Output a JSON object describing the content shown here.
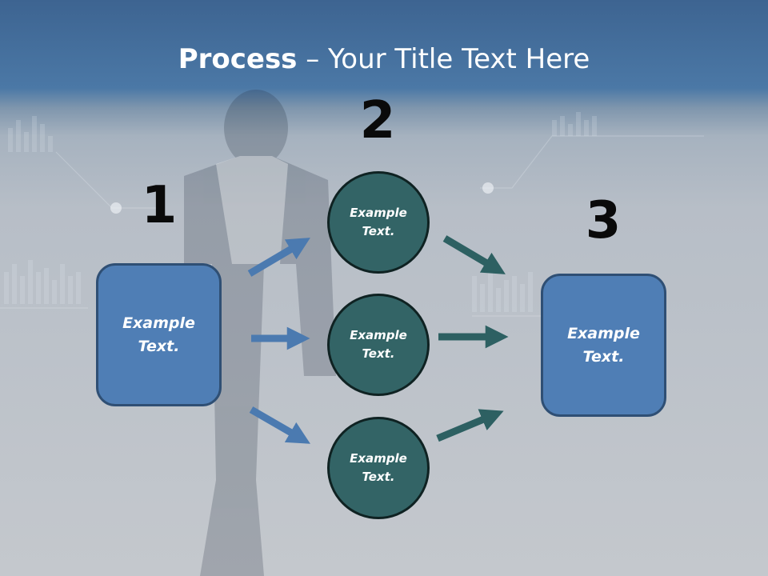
{
  "title": {
    "bold": "Process",
    "rest": " – Your Title Text Here"
  },
  "steps": [
    {
      "number": "1",
      "text": "Example\nText."
    },
    {
      "number": "2",
      "circles": [
        "Example\nText.",
        "Example\nText.",
        "Example\nText."
      ]
    },
    {
      "number": "3",
      "text": "Example\nText."
    }
  ],
  "colors": {
    "box": "#4f7eb5",
    "circle": "#336466",
    "arrow_blue": "#4b7ab0",
    "arrow_teal": "#2d6062",
    "title_band": "#4b78a6"
  }
}
